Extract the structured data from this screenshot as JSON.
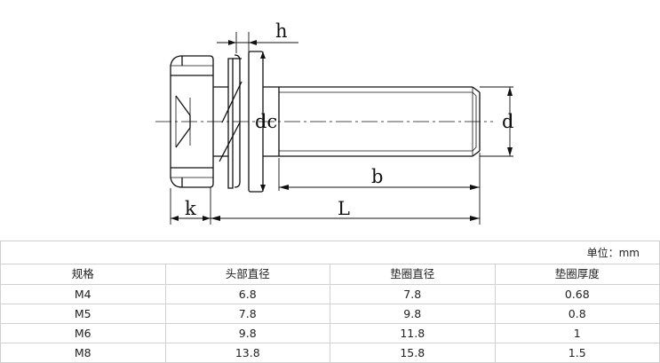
{
  "diagram": {
    "labels": {
      "h": "h",
      "dc": "dc",
      "d": "d",
      "b": "b",
      "k": "k",
      "L": "L"
    }
  },
  "table": {
    "unit": "单位：mm",
    "headers": [
      "规格",
      "头部直径",
      "垫圈直径",
      "垫圈厚度"
    ],
    "rows": [
      [
        "M4",
        "6.8",
        "7.8",
        "0.68"
      ],
      [
        "M5",
        "7.8",
        "9.8",
        "0.8"
      ],
      [
        "M6",
        "9.8",
        "11.8",
        "1"
      ],
      [
        "M8",
        "13.8",
        "15.8",
        "1.5"
      ]
    ]
  }
}
